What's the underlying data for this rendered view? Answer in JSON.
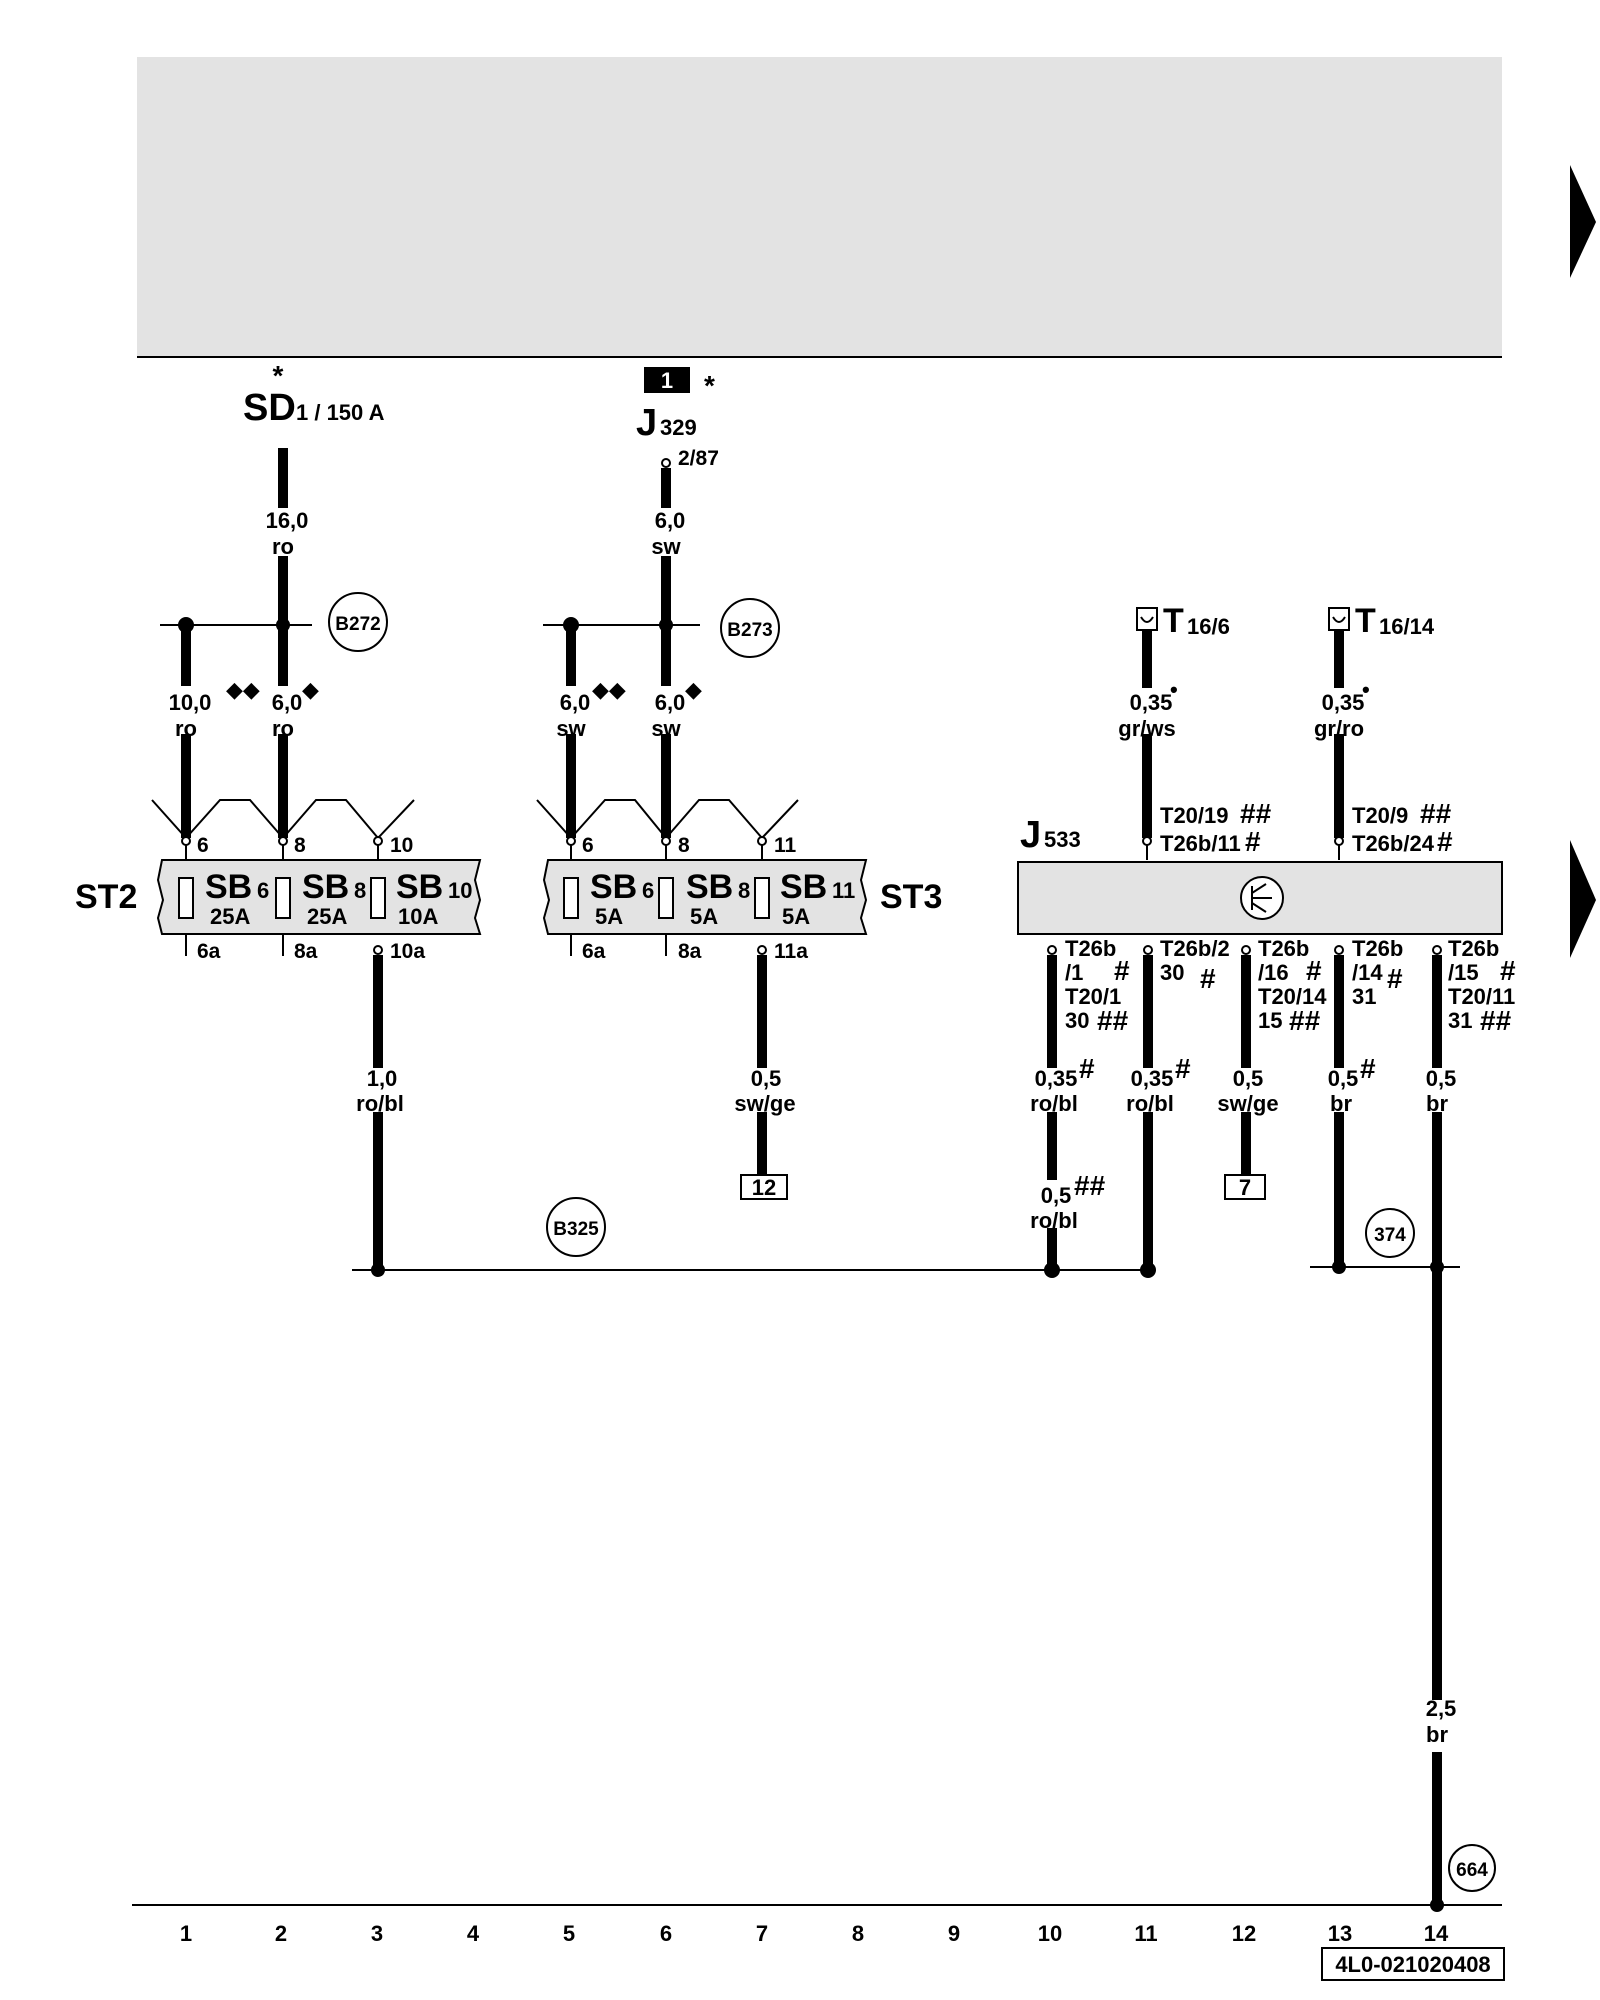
{
  "components": {
    "sd": {
      "name": "SD",
      "sub": "1 / 150 A",
      "star": "*"
    },
    "j329": {
      "name": "J",
      "sub": "329",
      "pin": "2/87",
      "badge": "1",
      "star": "*"
    },
    "t16_6": {
      "name": "T",
      "sub": "16/6"
    },
    "t16_14": {
      "name": "T",
      "sub": "16/14"
    },
    "j533": {
      "name": "J",
      "sub": "533"
    },
    "st2": "ST2",
    "st3": "ST3"
  },
  "fuses": [
    {
      "name": "SB",
      "num": "6",
      "rating": "25A",
      "in": "6",
      "out": "6a"
    },
    {
      "name": "SB",
      "num": "8",
      "rating": "25A",
      "in": "8",
      "out": "8a"
    },
    {
      "name": "SB",
      "num": "10",
      "rating": "10A",
      "in": "10",
      "out": "10a"
    },
    {
      "name": "SB",
      "num": "6",
      "rating": "5A",
      "in": "6",
      "out": "6a"
    },
    {
      "name": "SB",
      "num": "8",
      "rating": "5A",
      "in": "8",
      "out": "8a"
    },
    {
      "name": "SB",
      "num": "11",
      "rating": "5A",
      "in": "11",
      "out": "11a"
    }
  ],
  "wires": {
    "sd_main": {
      "size": "16,0",
      "color": "ro"
    },
    "j329_main": {
      "size": "6,0",
      "color": "sw"
    },
    "st2_sb6": {
      "size": "10,0",
      "color": "ro",
      "mark": "◆◆"
    },
    "st2_sb8": {
      "size": "6,0",
      "color": "ro",
      "mark": "◆"
    },
    "st3_sb6": {
      "size": "6,0",
      "color": "sw",
      "mark": "◆◆"
    },
    "st3_sb8": {
      "size": "6,0",
      "color": "sw",
      "mark": "◆"
    },
    "sb10_out": {
      "size": "1,0",
      "color": "ro/bl"
    },
    "sb11_out": {
      "size": "0,5",
      "color": "sw/ge"
    },
    "t16_6_w": {
      "size": "0,35",
      "color": "gr/ws",
      "mark": "•"
    },
    "t16_14_w": {
      "size": "0,35",
      "color": "gr/ro",
      "mark": "•"
    },
    "j533_c10a": {
      "size": "0,35",
      "color": "ro/bl",
      "mark": "#"
    },
    "j533_c10b": {
      "size": "0,5",
      "color": "ro/bl",
      "mark": "##"
    },
    "j533_c11": {
      "size": "0,35",
      "color": "ro/bl",
      "mark": "#"
    },
    "j533_c12": {
      "size": "0,5",
      "color": "sw/ge"
    },
    "j533_c13": {
      "size": "0,5",
      "color": "br",
      "mark": "#"
    },
    "j533_c14": {
      "size": "0,5",
      "color": "br"
    },
    "ground": {
      "size": "2,5",
      "color": "br"
    }
  },
  "connectors": {
    "top11a": "T20/19",
    "top11a_mark": "##",
    "top11b": "T26b/11",
    "top11b_mark": "#",
    "top13a": "T20/9",
    "top13a_mark": "##",
    "top13b": "T26b/24",
    "top13b_mark": "#",
    "c10_1": "T26b",
    "c10_2": "/1",
    "c10_2m": "#",
    "c10_3": "T20/1",
    "c10_4": "30",
    "c10_4m": "##",
    "c11_1": "T26b/2",
    "c11_2": "30",
    "c11_2m": "#",
    "c12_1": "T26b",
    "c12_2": "/16",
    "c12_2m": "#",
    "c12_3": "T20/14",
    "c12_4": "15",
    "c12_4m": "##",
    "c13_1": "T26b",
    "c13_2": "/14",
    "c13_2m": "#",
    "c13_3": "31",
    "c14_1": "T26b",
    "c14_2": "/15",
    "c14_2m": "#",
    "c14_3": "T20/11",
    "c14_4": "31",
    "c14_4m": "##"
  },
  "nodes": [
    "B272",
    "B273",
    "B325",
    "374",
    "664"
  ],
  "refs": {
    "r12": "12",
    "r7": "7"
  },
  "columns": [
    "1",
    "2",
    "3",
    "4",
    "5",
    "6",
    "7",
    "8",
    "9",
    "10",
    "11",
    "12",
    "13",
    "14"
  ],
  "doc_id": "4L0-021020408"
}
